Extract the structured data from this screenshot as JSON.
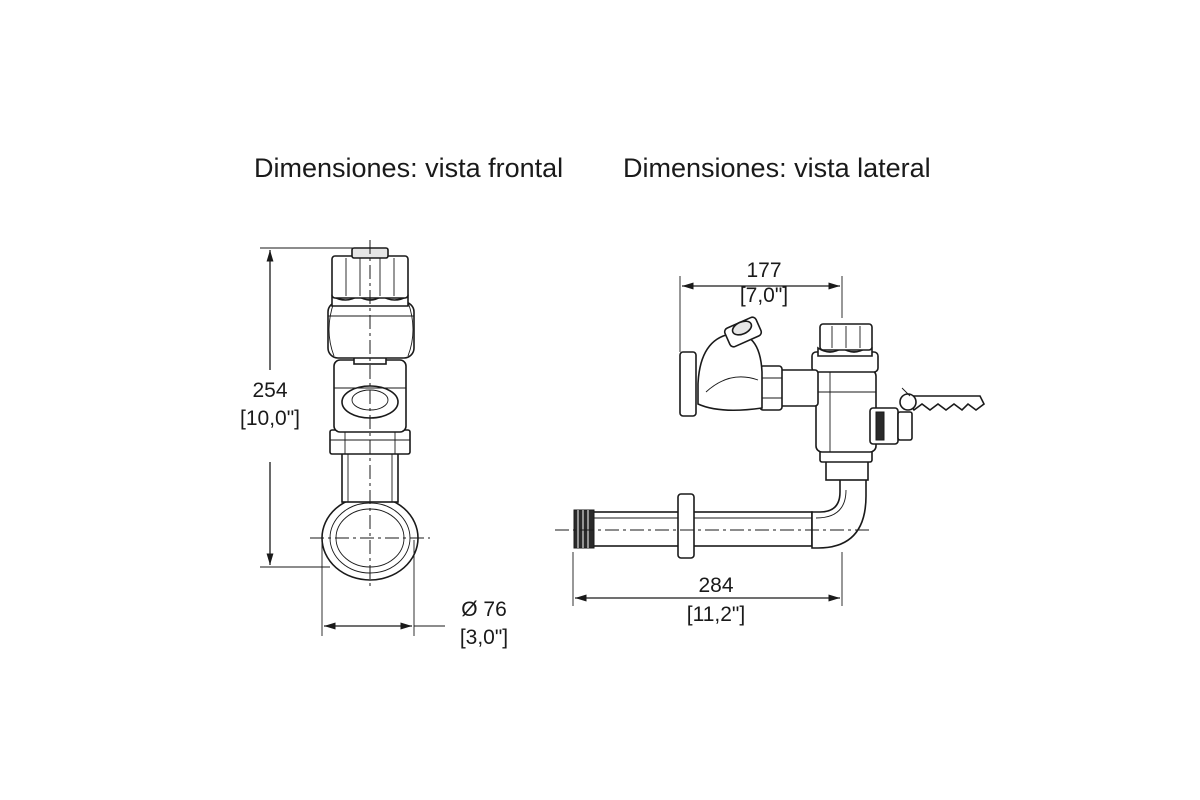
{
  "titles": {
    "front": "Dimensiones: vista frontal",
    "side": "Dimensiones: vista lateral"
  },
  "front_view": {
    "height_mm": "254",
    "height_in": "[10,0\"]",
    "diameter_mm": "Ø 76",
    "diameter_in": "[3,0\"]"
  },
  "side_view": {
    "depth_mm": "177",
    "depth_in": "[7,0\"]",
    "length_mm": "284",
    "length_in": "[11,2\"]"
  }
}
